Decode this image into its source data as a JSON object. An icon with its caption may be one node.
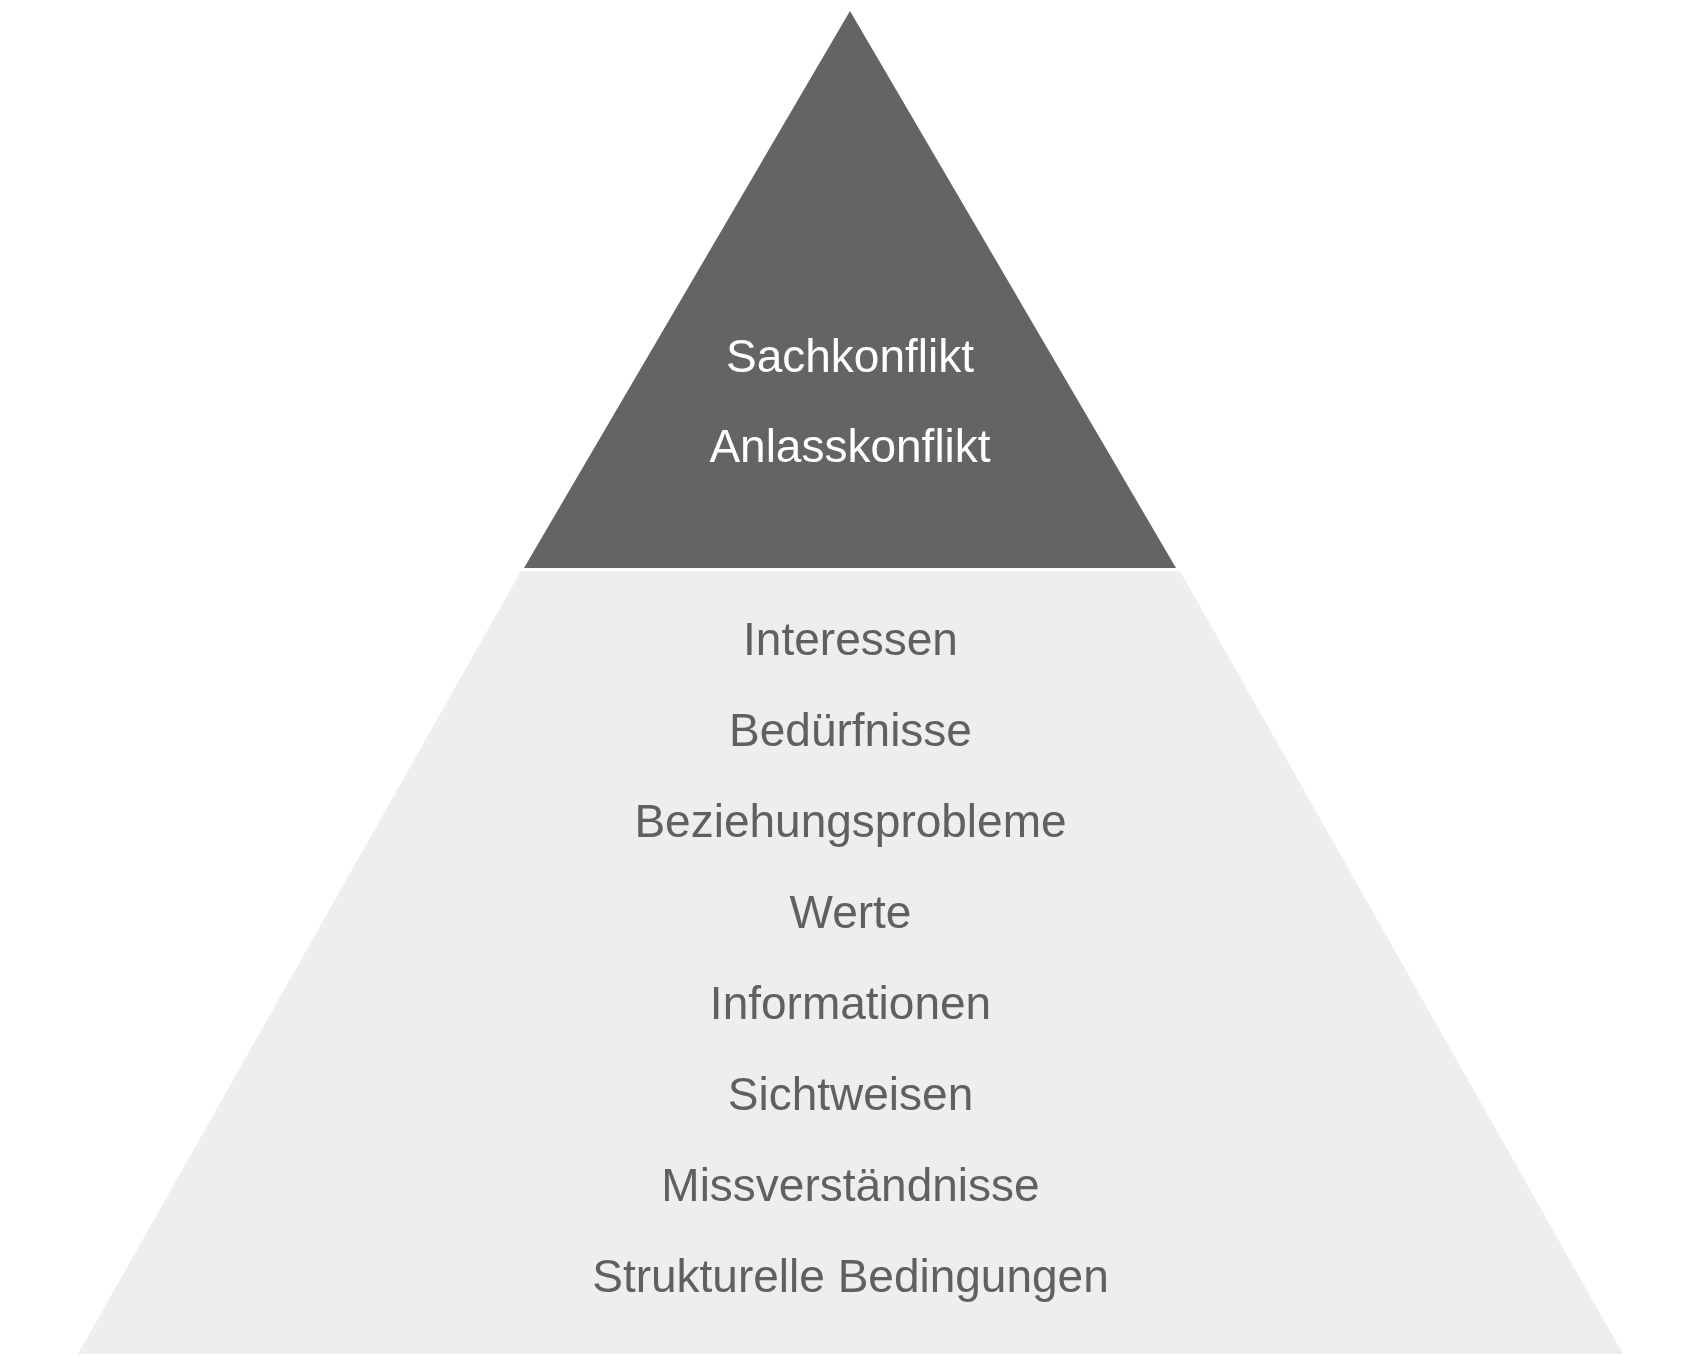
{
  "diagram": {
    "nodes": [
      {
        "text": [
          "Sachkonflikt",
          "Anlasskonflikt"
        ]
      },
      {
        "text": [
          "Interessen",
          "Bedürfnisse",
          "Beziehungsprobleme",
          "Werte",
          "Informationen",
          "Sichtweisen",
          "Missverständnisse",
          "Strukturelle Bedingungen"
        ]
      }
    ]
  }
}
